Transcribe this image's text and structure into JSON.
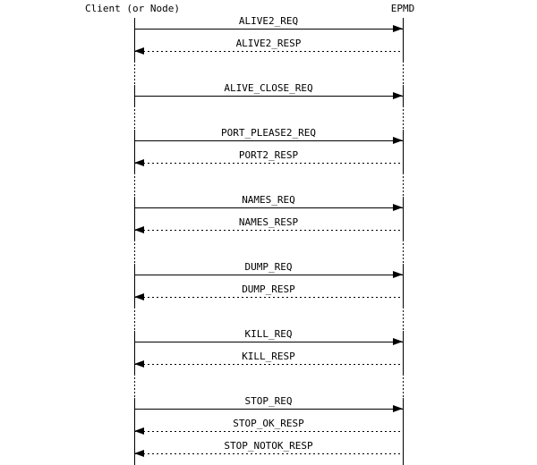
{
  "diagram": {
    "type": "sequence-diagram",
    "actors": [
      {
        "name": "Client (or Node)"
      },
      {
        "name": "EPMD"
      }
    ],
    "messages": [
      {
        "label": "ALIVE2_REQ",
        "from": "Client (or Node)",
        "to": "EPMD",
        "direction": "right",
        "line": "solid"
      },
      {
        "label": "ALIVE2_RESP",
        "from": "EPMD",
        "to": "Client (or Node)",
        "direction": "left",
        "line": "dashed"
      },
      {
        "label": "ALIVE_CLOSE_REQ",
        "from": "Client (or Node)",
        "to": "EPMD",
        "direction": "right",
        "line": "solid"
      },
      {
        "label": "PORT_PLEASE2_REQ",
        "from": "Client (or Node)",
        "to": "EPMD",
        "direction": "right",
        "line": "solid"
      },
      {
        "label": "PORT2_RESP",
        "from": "EPMD",
        "to": "Client (or Node)",
        "direction": "left",
        "line": "dashed"
      },
      {
        "label": "NAMES_REQ",
        "from": "Client (or Node)",
        "to": "EPMD",
        "direction": "right",
        "line": "solid"
      },
      {
        "label": "NAMES_RESP",
        "from": "EPMD",
        "to": "Client (or Node)",
        "direction": "left",
        "line": "dashed"
      },
      {
        "label": "DUMP_REQ",
        "from": "Client (or Node)",
        "to": "EPMD",
        "direction": "right",
        "line": "solid"
      },
      {
        "label": "DUMP_RESP",
        "from": "EPMD",
        "to": "Client (or Node)",
        "direction": "left",
        "line": "dashed"
      },
      {
        "label": "KILL_REQ",
        "from": "Client (or Node)",
        "to": "EPMD",
        "direction": "right",
        "line": "solid"
      },
      {
        "label": "KILL_RESP",
        "from": "EPMD",
        "to": "Client (or Node)",
        "direction": "left",
        "line": "dashed"
      },
      {
        "label": "STOP_REQ",
        "from": "Client (or Node)",
        "to": "EPMD",
        "direction": "right",
        "line": "solid"
      },
      {
        "label": "STOP_OK_RESP",
        "from": "EPMD",
        "to": "Client (or Node)",
        "direction": "left",
        "line": "dashed"
      },
      {
        "label": "STOP_NOTOK_RESP",
        "from": "EPMD",
        "to": "Client (or Node)",
        "direction": "left",
        "line": "dashed"
      }
    ],
    "colors": {
      "foreground": "#000000",
      "background": "#ffffff"
    }
  }
}
